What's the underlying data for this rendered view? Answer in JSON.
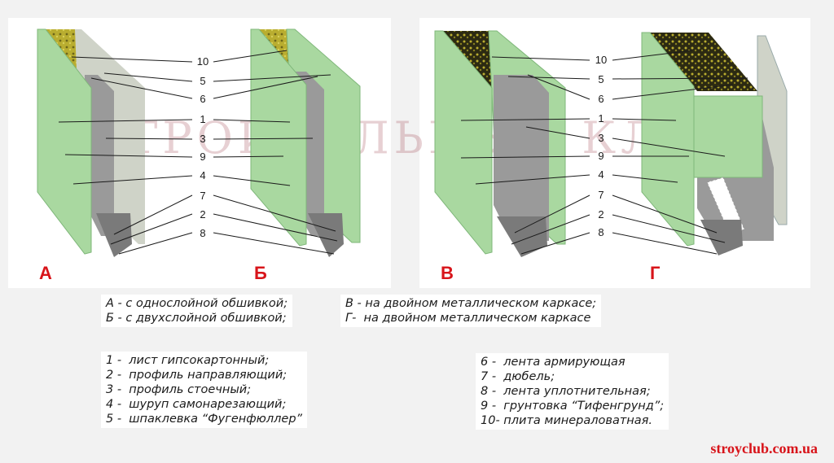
{
  "callouts": [
    "10",
    "5",
    "6",
    "1",
    "3",
    "9",
    "4",
    "7",
    "2",
    "8"
  ],
  "variants": {
    "a": "А",
    "b": "Б",
    "v": "В",
    "g": "Г"
  },
  "variant_legend": {
    "a": "А - с однослойной обшивкой;",
    "b": "Б - с двухслойной обшивкой;",
    "v": "В - на двойном металлическом каркасе;",
    "g": "Г-  на двойном металлическом каркасе"
  },
  "parts_legend": [
    "1 -  лист гипсокартонный;",
    "2 -  профиль направляющий;",
    "3 -  профиль стоечный;",
    "4 -  шуруп самонарезающий;",
    "5 -  шпаклевка “Фугенфюллер”",
    "6 -  лента армирующая",
    "7 -  дюбель;",
    "8 -  лента уплотнительная;",
    "9 -  грунтовка “Тифенгрунд”;",
    "10- плита минераловатная."
  ],
  "watermark": "СТРОИТЕЛЬНЫЙ КЛУБ",
  "site": "stroyclub.com.ua",
  "colors": {
    "drywall": "#a9d8a0",
    "drywall_edge": "#7fb77a",
    "mineral_wool": "#b8ad2e",
    "profile": "#8a8a8a",
    "accent": "#d8141a"
  }
}
